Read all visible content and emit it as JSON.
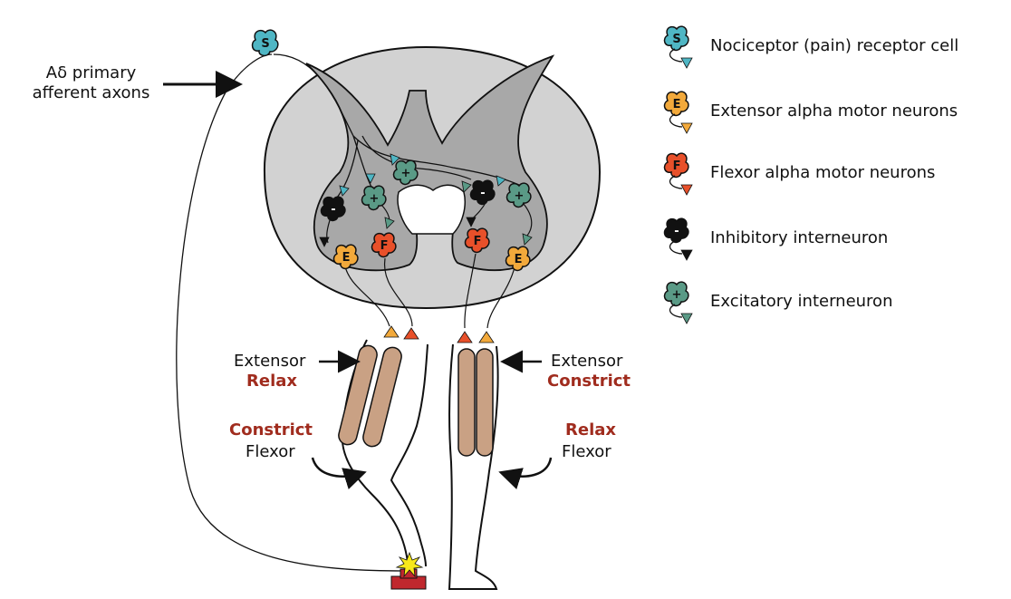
{
  "afferent_label": {
    "line1": "Aδ primary",
    "line2": "afferent axons"
  },
  "left_leg": {
    "extensor": "Extensor",
    "extensor_action": "Relax",
    "flexor_action": "Constrict",
    "flexor": "Flexor"
  },
  "right_leg": {
    "extensor": "Extensor",
    "extensor_action": "Constrict",
    "flexor_action": "Relax",
    "flexor": "Flexor"
  },
  "neuron_symbols": {
    "nociceptor": "S",
    "extensor": "E",
    "flexor": "F",
    "inhibitory": "-",
    "excitatory": "+"
  },
  "legend": [
    {
      "label": "Nociceptor (pain) receptor cell",
      "symbol": "S",
      "color": "#4fb6c4"
    },
    {
      "label": "Extensor alpha motor neurons",
      "symbol": "E",
      "color": "#f2a93b"
    },
    {
      "label": "Flexor alpha motor neurons",
      "symbol": "F",
      "color": "#e8502a"
    },
    {
      "label": "Inhibitory interneuron",
      "symbol": "-",
      "color": "#111111"
    },
    {
      "label": "Excitatory interneuron",
      "symbol": "+",
      "color": "#5a9a86"
    }
  ],
  "colors": {
    "white_matter": "#d2d2d2",
    "gray_matter": "#a8a8a8",
    "muscle": "#c9a184",
    "stimulus_base": "#c0282e",
    "stimulus_flash": "#f7e81a"
  }
}
